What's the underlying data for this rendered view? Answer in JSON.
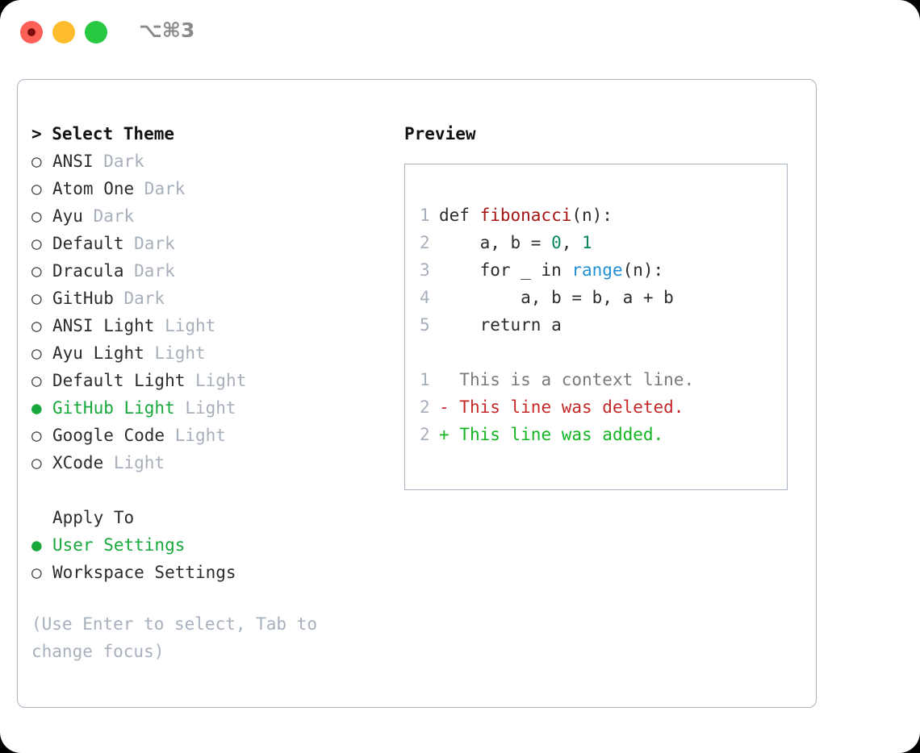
{
  "titlebar": {
    "shortcut": "⌥⌘3",
    "buttons": {
      "close": "close",
      "minimize": "minimize",
      "maximize": "maximize"
    }
  },
  "left": {
    "header": "> Select Theme",
    "themes": [
      {
        "bullet": "○",
        "name": "ANSI",
        "kind": " Dark",
        "selected": false
      },
      {
        "bullet": "○",
        "name": "Atom One",
        "kind": " Dark",
        "selected": false
      },
      {
        "bullet": "○",
        "name": "Ayu",
        "kind": " Dark",
        "selected": false
      },
      {
        "bullet": "○",
        "name": "Default",
        "kind": " Dark",
        "selected": false
      },
      {
        "bullet": "○",
        "name": "Dracula",
        "kind": " Dark",
        "selected": false
      },
      {
        "bullet": "○",
        "name": "GitHub",
        "kind": " Dark",
        "selected": false
      },
      {
        "bullet": "○",
        "name": "ANSI Light",
        "kind": " Light",
        "selected": false
      },
      {
        "bullet": "○",
        "name": "Ayu Light",
        "kind": " Light",
        "selected": false
      },
      {
        "bullet": "○",
        "name": "Default Light",
        "kind": " Light",
        "selected": false
      },
      {
        "bullet": "●",
        "name": "GitHub Light",
        "kind": " Light",
        "selected": true
      },
      {
        "bullet": "○",
        "name": "Google Code",
        "kind": " Light",
        "selected": false
      },
      {
        "bullet": "○",
        "name": "XCode",
        "kind": " Light",
        "selected": false
      }
    ],
    "apply_to_header": "Apply To",
    "apply_to": [
      {
        "bullet": "●",
        "name": "User Settings",
        "selected": true
      },
      {
        "bullet": "○",
        "name": "Workspace Settings",
        "selected": false
      }
    ],
    "hint": "(Use Enter to select, Tab to change focus)"
  },
  "right": {
    "preview_title": "Preview",
    "code": [
      {
        "ln": "1",
        "tokens": [
          {
            "t": "def ",
            "c": "plain"
          },
          {
            "t": "fibonacci",
            "c": "fn"
          },
          {
            "t": "(n):",
            "c": "plain"
          }
        ]
      },
      {
        "ln": "2",
        "tokens": [
          {
            "t": "    a, b = ",
            "c": "plain"
          },
          {
            "t": "0",
            "c": "num"
          },
          {
            "t": ", ",
            "c": "plain"
          },
          {
            "t": "1",
            "c": "num"
          }
        ]
      },
      {
        "ln": "3",
        "tokens": [
          {
            "t": "    for _ in ",
            "c": "plain"
          },
          {
            "t": "range",
            "c": "call"
          },
          {
            "t": "(n):",
            "c": "plain"
          }
        ]
      },
      {
        "ln": "4",
        "tokens": [
          {
            "t": "        a, b = b, a + b",
            "c": "plain"
          }
        ]
      },
      {
        "ln": "5",
        "tokens": [
          {
            "t": "    return a",
            "c": "plain"
          }
        ]
      }
    ],
    "diff": [
      {
        "ln": "1",
        "marker": "  ",
        "text": "This is a context line.",
        "kind": "ctx"
      },
      {
        "ln": "2",
        "marker": "- ",
        "text": "This line was deleted.",
        "kind": "del"
      },
      {
        "ln": "2",
        "marker": "+ ",
        "text": "This line was added.",
        "kind": "add"
      }
    ]
  },
  "colors": {
    "accent_green": "#17a93b",
    "muted": "#a7afbb",
    "border": "#a8b1be",
    "diff_add": "#14b422",
    "diff_del": "#c62828",
    "syntax_fn": "#a31515",
    "syntax_num": "#098658",
    "syntax_call": "#1f8fd1"
  }
}
